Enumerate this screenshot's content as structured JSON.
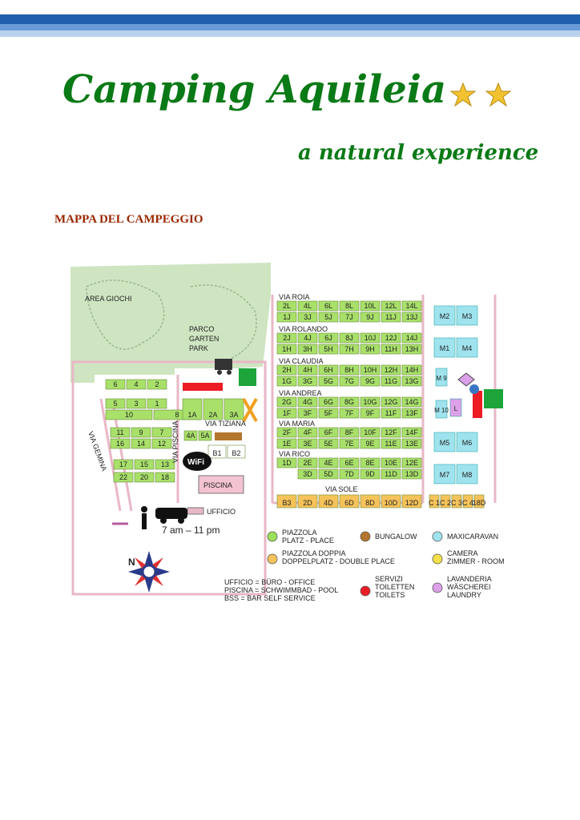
{
  "header": {
    "title": "Camping Aquileia",
    "subtitle": "a natural experience",
    "stars_count": 2,
    "map_heading": "MAPPA DEL CAMPEGGIO"
  },
  "colors": {
    "title_green": "#0a7a16",
    "heading_red": "#9a2800",
    "bar_blue": "#1f5fad",
    "pitch_green": "#a8e06a",
    "double_orange": "#f6c25a",
    "maxicaravan_cyan": "#9fe3ee",
    "road_pink": "#e9b7c5"
  },
  "map": {
    "labels": {
      "area_giochi": "AREA GIOCHI",
      "parco_1": "PARCO",
      "parco_2": "GARTEN",
      "parco_3": "PARK",
      "via_roia": "VIA ROIA",
      "via_rolando": "VIA ROLANDO",
      "via_claudia": "VIA CLAUDIA",
      "via_andrea": "VIA ANDREA",
      "via_maria": "VIA MARIA",
      "via_rico": "VIA RICO",
      "via_sole": "VIA SOLE",
      "via_tiziana": "VIA TIZIANA",
      "via_piscina": "VIA PISCINA",
      "via_gemina": "VIA GEMINA",
      "piscina": "PISCINA",
      "ufficio": "UFFICIO",
      "wifi": "WiFi",
      "hours": "7 am – 11 pm",
      "north": "N"
    },
    "blocks": {
      "row1": [
        "2L",
        "4L",
        "6L",
        "8L",
        "10L",
        "12L",
        "14L"
      ],
      "row2": [
        "1J",
        "3J",
        "5J",
        "7J",
        "9J",
        "11J",
        "13J"
      ],
      "row3": [
        "2J",
        "4J",
        "6J",
        "8J",
        "10J",
        "12J",
        "14J"
      ],
      "row4": [
        "1H",
        "3H",
        "5H",
        "7H",
        "9H",
        "11H",
        "13H"
      ],
      "row5": [
        "2H",
        "4H",
        "6H",
        "8H",
        "10H",
        "12H",
        "14H"
      ],
      "row6": [
        "1G",
        "3G",
        "5G",
        "7G",
        "9G",
        "11G",
        "13G"
      ],
      "row7": [
        "2G",
        "4G",
        "6G",
        "8G",
        "10G",
        "12G",
        "14G"
      ],
      "row8": [
        "1F",
        "3F",
        "5F",
        "7F",
        "9F",
        "11F",
        "13F"
      ],
      "row9": [
        "2F",
        "4F",
        "6F",
        "8F",
        "10F",
        "12F",
        "14F"
      ],
      "row10": [
        "1E",
        "3E",
        "5E",
        "7E",
        "9E",
        "11E",
        "13E"
      ],
      "row11": [
        "1D",
        "2E",
        "4E",
        "6E",
        "8E",
        "10E",
        "12E"
      ],
      "row12": [
        "3D",
        "5D",
        "7D",
        "9D",
        "11D",
        "13D"
      ],
      "row13": [
        "B3",
        "2D",
        "4D",
        "6D",
        "8D",
        "10D",
        "12D"
      ],
      "cc": [
        "C 1",
        "C 2",
        "C 3",
        "C 4",
        "18D"
      ],
      "left_a": [
        "6",
        "4",
        "2"
      ],
      "left_b": [
        "5",
        "3",
        "1"
      ],
      "left_c": [
        "10",
        "8"
      ],
      "left_d": [
        "11",
        "9",
        "7"
      ],
      "left_e": [
        "16",
        "14",
        "12"
      ],
      "left_f": [
        "17",
        "15",
        "13"
      ],
      "left_g": [
        "22",
        "20",
        "18"
      ],
      "mid_a": [
        "1A",
        "2A",
        "3A"
      ],
      "mid_b": [
        "4A",
        "5A"
      ],
      "bungalow_b": [
        "B1",
        "B2"
      ],
      "m_right": [
        "M2",
        "M3",
        "M1",
        "M4",
        "M5",
        "M6",
        "M7",
        "M8"
      ],
      "m_small": [
        "M 9",
        "M 10",
        "L"
      ]
    },
    "legend": {
      "piazzola_1": "PIAZZOLA",
      "piazzola_2": "PLATZ - PLACE",
      "bungalow": "BUNGALOW",
      "maxicaravan": "MAXICARAVAN",
      "doppia_1": "PIAZZOLA DOPPIA",
      "doppia_2": "DOPPELPLATZ - DOUBLE PLACE",
      "camera_1": "CAMERA",
      "camera_2": "ZIMMER - ROOM",
      "abbr_1": "UFFICIO = BÜRO - OFFICE",
      "abbr_2": "PISCINA = SCHWIMMBAD - POOL",
      "abbr_3": "BSS = BAR SELF SERVICE",
      "servizi_1": "SERVIZI",
      "servizi_2": "TOILETTEN",
      "servizi_3": "TOILETS",
      "lavanderia_1": "LAVANDERIA",
      "lavanderia_2": "WÄSCHEREI",
      "lavanderia_3": "LAUNDRY"
    }
  }
}
